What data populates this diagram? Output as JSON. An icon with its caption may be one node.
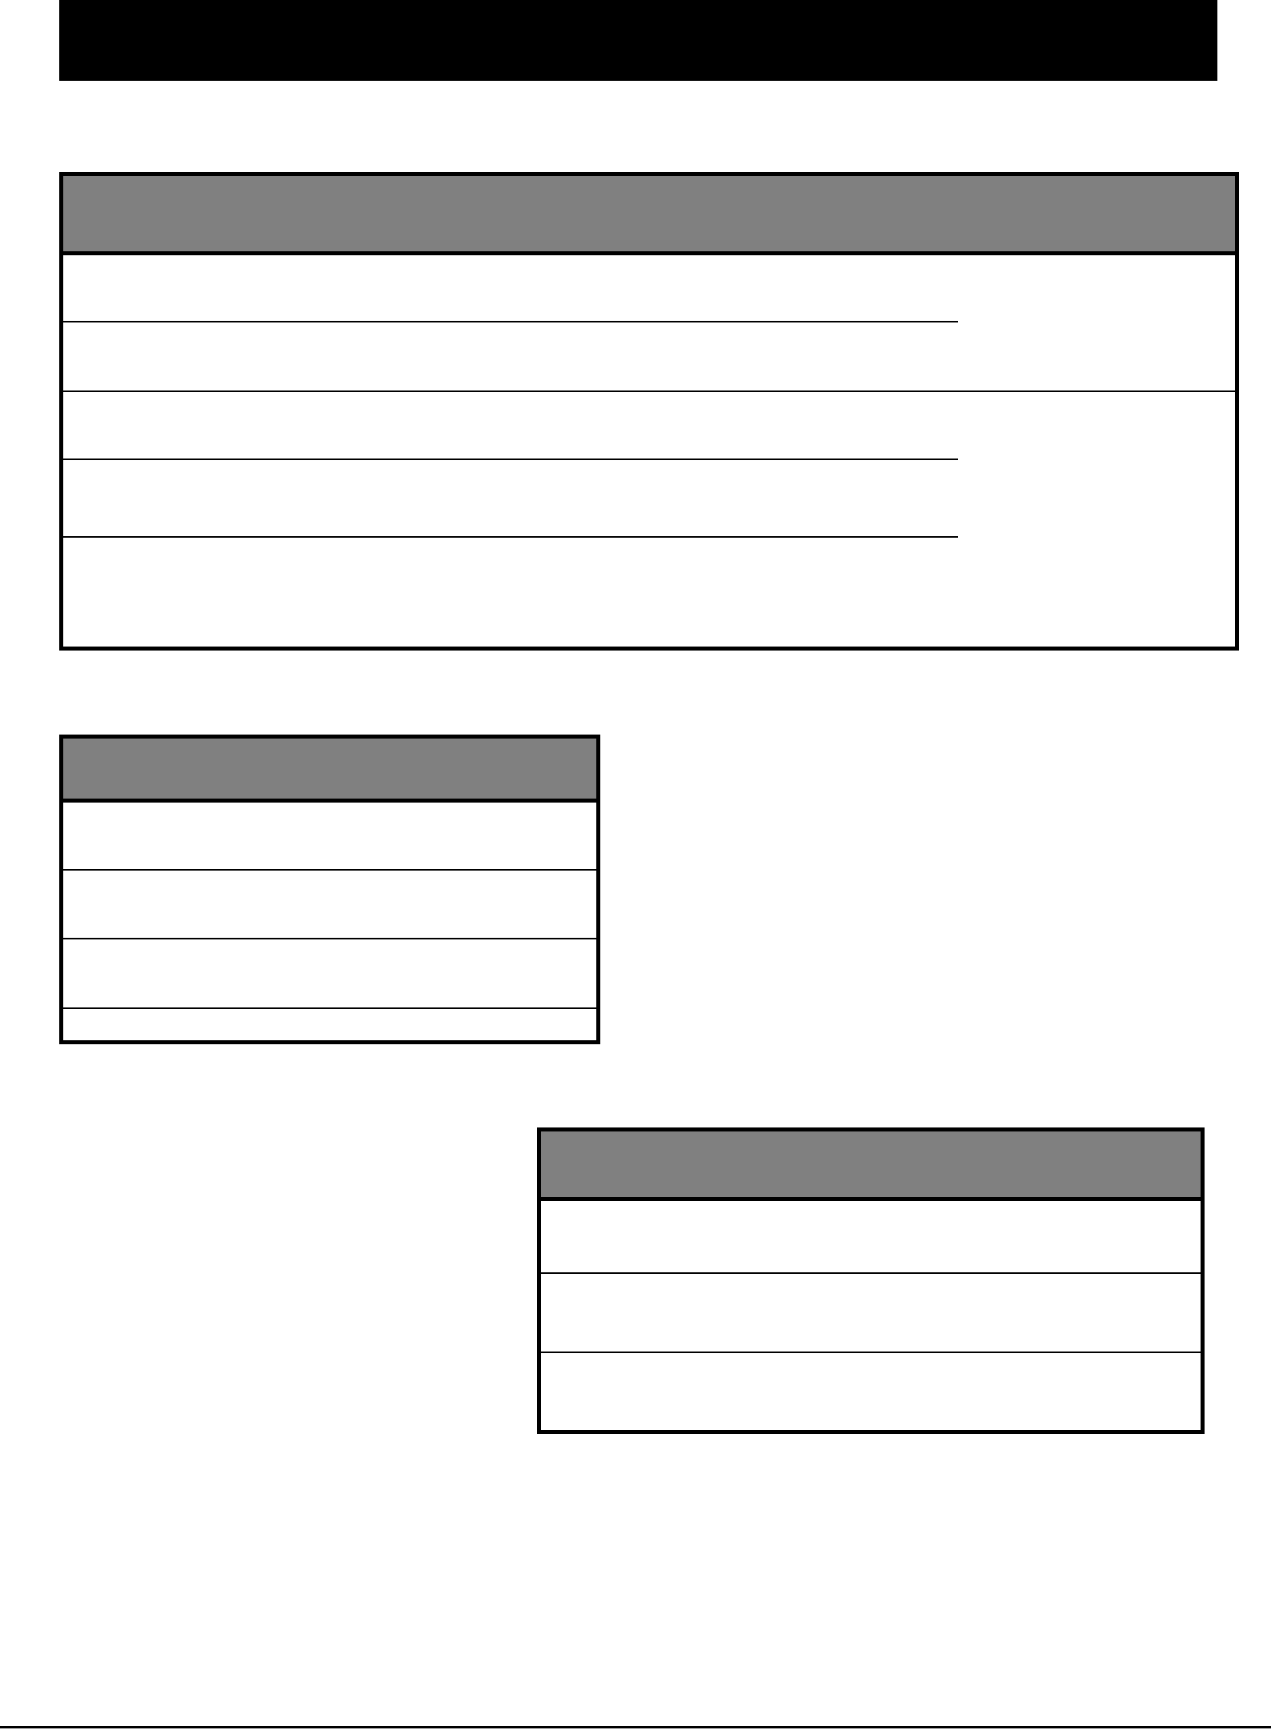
{
  "diagram": {
    "nodes": [
      {
        "text": [],
        "shape": "bar"
      },
      {
        "text": [],
        "shape": "box"
      },
      {
        "text": [],
        "shape": "bar",
        "in": 1
      },
      {
        "text": [],
        "shape": "box"
      },
      {
        "text": [],
        "shape": "bar",
        "in": 3
      },
      {
        "text": [],
        "shape": "box"
      },
      {
        "text": [],
        "shape": "bar",
        "in": 5
      }
    ]
  }
}
